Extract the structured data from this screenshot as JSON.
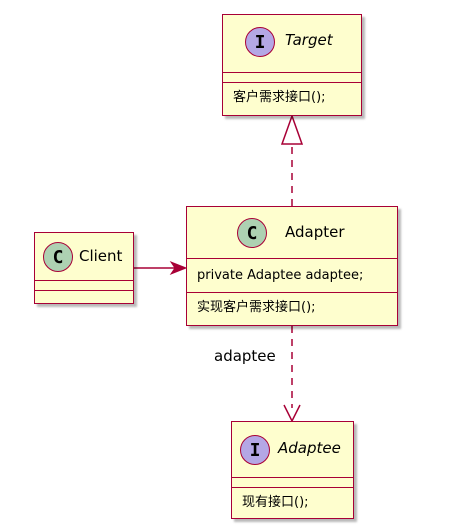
{
  "colors": {
    "box_fill": "#FEFECE",
    "box_border": "#A80036",
    "class_marker": "#ADD1B2",
    "interface_marker": "#B4A7E5",
    "relation_line": "#A80036"
  },
  "classes": {
    "target": {
      "stereotype": "I",
      "name": "Target",
      "fields": [],
      "methods": [
        "客户需求接口();"
      ]
    },
    "adapter": {
      "stereotype": "C",
      "name": "Adapter",
      "fields": [
        "private Adaptee adaptee;"
      ],
      "methods": [
        "实现客户需求接口();"
      ]
    },
    "client": {
      "stereotype": "C",
      "name": "Client",
      "fields": [],
      "methods": []
    },
    "adaptee": {
      "stereotype": "I",
      "name": "Adaptee",
      "fields": [],
      "methods": [
        "现有接口();"
      ]
    }
  },
  "relations": {
    "adapter_to_target": {
      "type": "realization",
      "style": "dashed",
      "head": "hollow-triangle"
    },
    "client_to_adapter": {
      "type": "association",
      "style": "solid",
      "head": "arrow"
    },
    "adapter_to_adaptee": {
      "type": "dependency",
      "style": "dashed",
      "head": "arrow",
      "label": "adaptee"
    }
  }
}
